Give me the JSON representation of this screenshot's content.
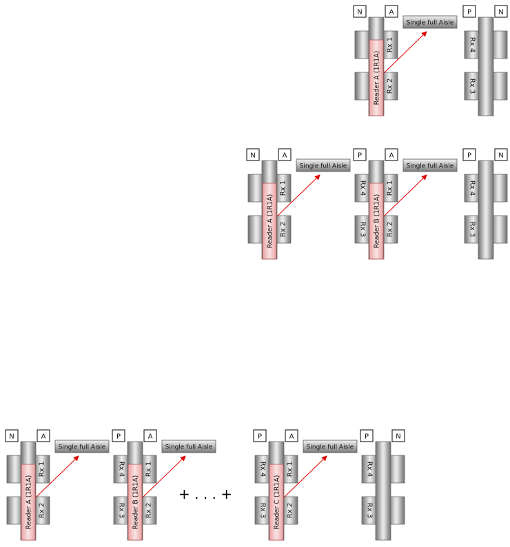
{
  "aisle_label": "Single full Aisle",
  "rows": [
    {
      "panels": [
        {
          "left": "N",
          "right": "A",
          "reader": "Reader A (1R1A)",
          "left_rx": [
            "",
            ""
          ],
          "right_rx": [
            "Rx 1",
            "Rx 2"
          ]
        },
        {
          "left": "P",
          "right": "N",
          "reader": "",
          "left_rx": [
            "Rx 4",
            "Rx 3"
          ],
          "right_rx": [
            "",
            ""
          ]
        }
      ]
    },
    {
      "panels": [
        {
          "left": "N",
          "right": "A",
          "reader": "Reader A (1R1A)",
          "left_rx": [
            "",
            ""
          ],
          "right_rx": [
            "Rx 1",
            "Rx 2"
          ]
        },
        {
          "left": "P",
          "right": "A",
          "reader": "Reader B (1R1A)",
          "left_rx": [
            "Rx 4",
            "Rx 3"
          ],
          "right_rx": [
            "Rx 1",
            "Rx 2"
          ]
        },
        {
          "left": "P",
          "right": "N",
          "reader": "",
          "left_rx": [
            "Rx 4",
            "Rx 3"
          ],
          "right_rx": [
            "",
            ""
          ]
        }
      ]
    },
    {
      "panels": [
        {
          "left": "N",
          "right": "A",
          "reader": "Reader A (1R1A)",
          "left_rx": [
            "",
            ""
          ],
          "right_rx": [
            "Rx 1",
            "Rx 2"
          ]
        },
        {
          "left": "P",
          "right": "A",
          "reader": "Reader B (1R1A)",
          "left_rx": [
            "Rx 4",
            "Rx 3"
          ],
          "right_rx": [
            "Rx 1",
            "Rx 2"
          ]
        },
        {
          "left": "P",
          "right": "A",
          "reader": "Reader C (1R1A)",
          "left_rx": [
            "Rx 4",
            "Rx 3"
          ],
          "right_rx": [
            "Rx 1",
            "Rx 2"
          ]
        },
        {
          "left": "P",
          "right": "N",
          "reader": "",
          "left_rx": [
            "Rx 4",
            "Rx 3"
          ],
          "right_rx": [
            "",
            ""
          ]
        }
      ],
      "separator": "+ . . . +"
    }
  ]
}
